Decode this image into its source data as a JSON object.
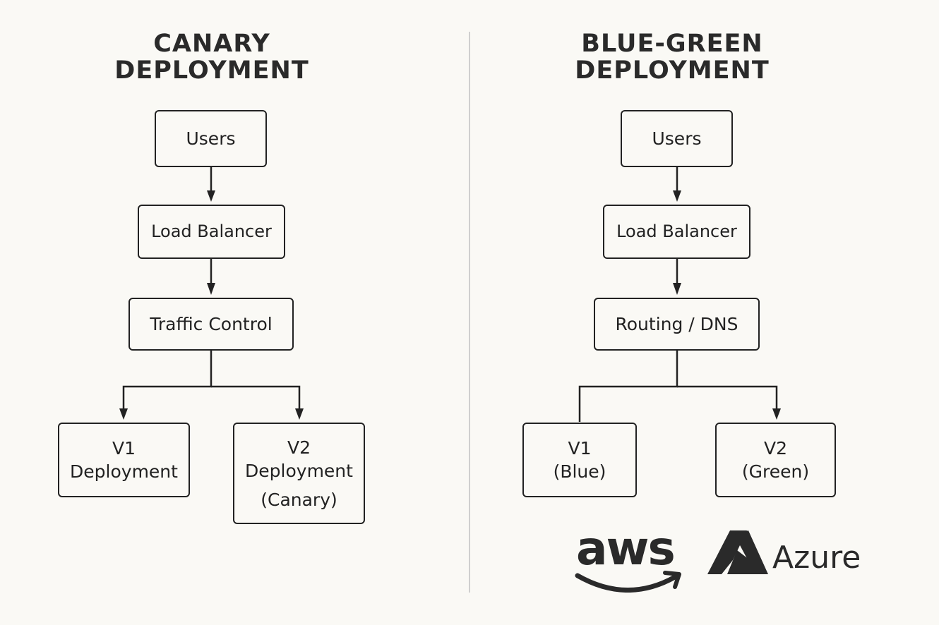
{
  "canary": {
    "title_line1": "CANARY",
    "title_line2": "DEPLOYMENT",
    "users": "Users",
    "load_balancer": "Load Balancer",
    "traffic_control": "Traffic Control",
    "v1_line1": "V1",
    "v1_line2": "Deployment",
    "v2_line1": "V2",
    "v2_line2": "Deployment",
    "v2_line3": "(Canary)"
  },
  "bluegreen": {
    "title_line1": "BLUE-GREEN",
    "title_line2": "DEPLOYMENT",
    "users": "Users",
    "load_balancer": "Load Balancer",
    "routing": "Routing / DNS",
    "v1_line1": "V1",
    "v1_line2": "(Blue)",
    "v2_line1": "V2",
    "v2_line2": "(Green)"
  },
  "logos": {
    "aws": "aws",
    "azure": "Azure"
  },
  "colors": {
    "background": "#faf9f5",
    "stroke": "#222222",
    "divider": "#cfcfcf"
  }
}
